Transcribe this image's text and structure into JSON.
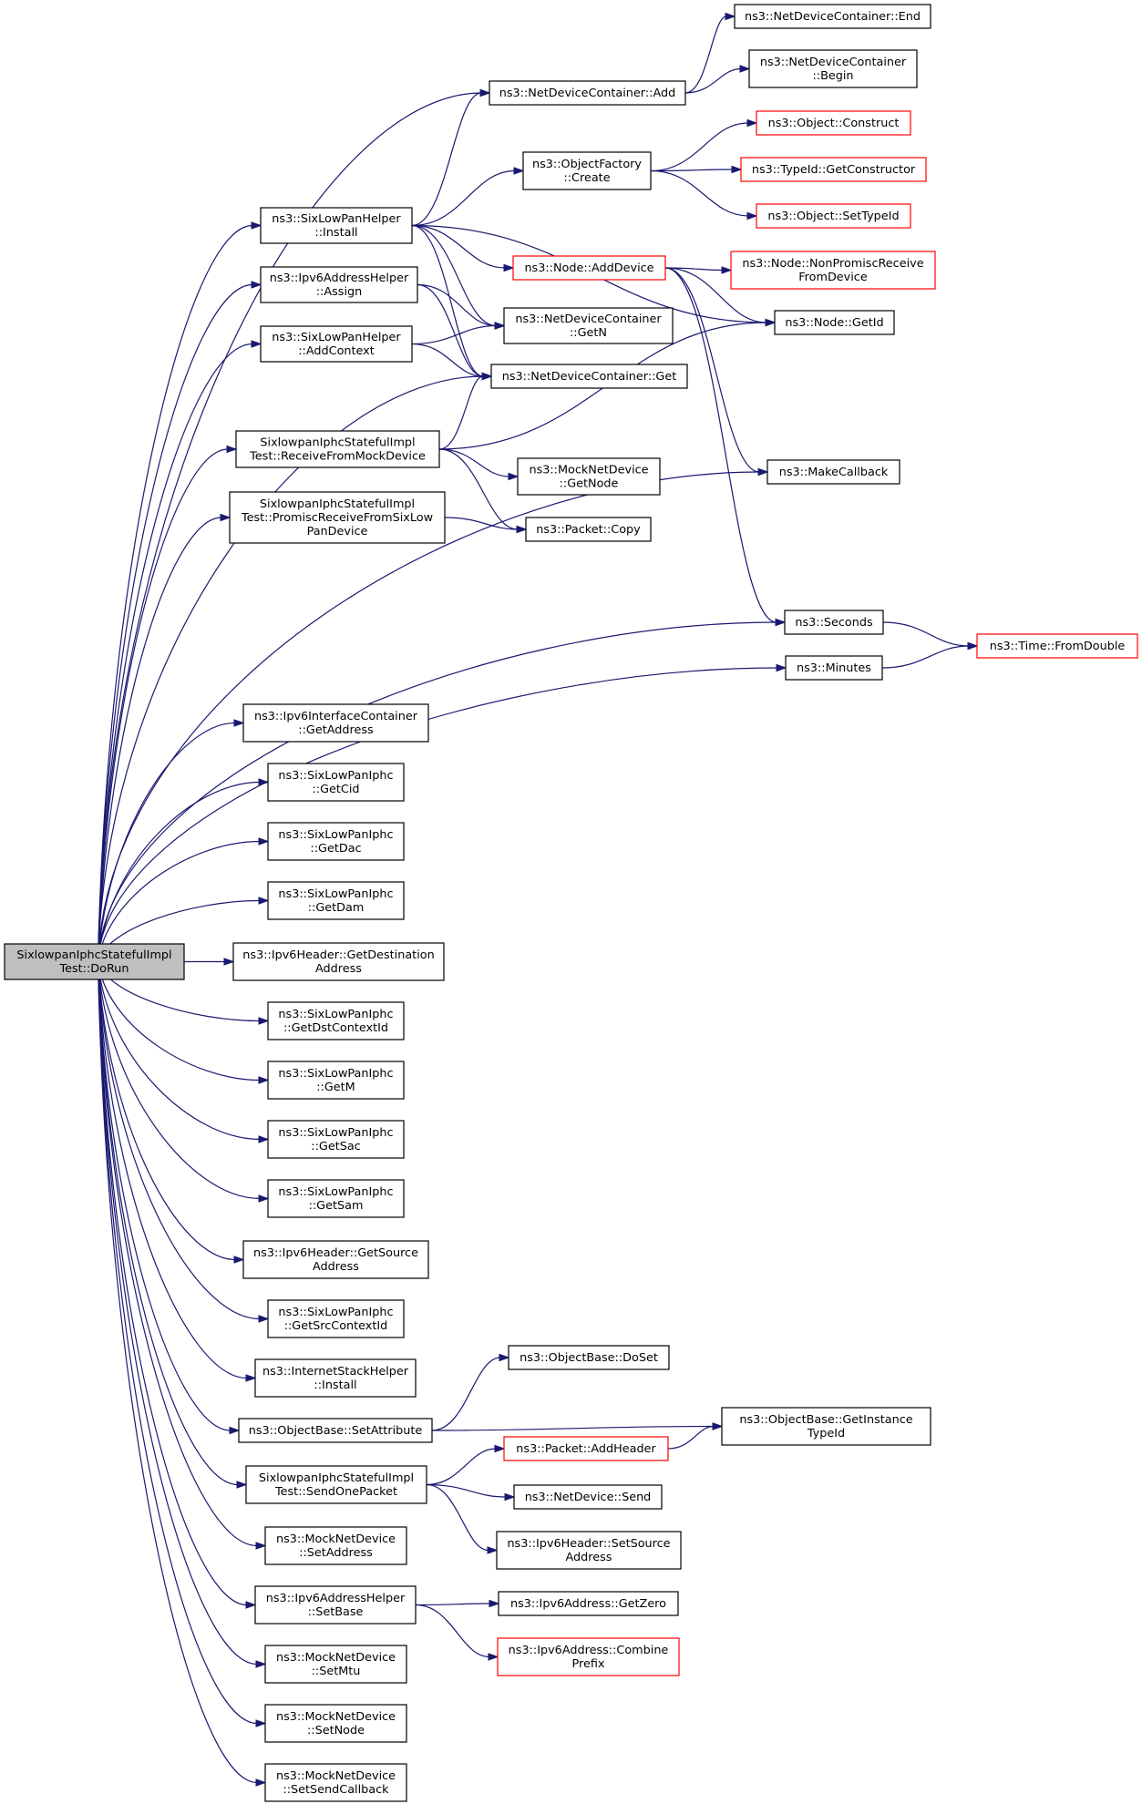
{
  "colors": {
    "edge": "#191970",
    "border": "#000000",
    "border_truncated": "#ff0000",
    "root_fill": "#bfbfbf"
  },
  "nodes": [
    {
      "id": "root",
      "lines": [
        "SixlowpanIphcStatefulImpl",
        "Test::DoRun"
      ],
      "root": true
    },
    {
      "id": "nd_end",
      "lines": [
        "ns3::NetDeviceContainer::End"
      ]
    },
    {
      "id": "nd_begin",
      "lines": [
        "ns3::NetDeviceContainer",
        "::Begin"
      ]
    },
    {
      "id": "nd_add",
      "lines": [
        "ns3::NetDeviceContainer::Add"
      ]
    },
    {
      "id": "obj_construct",
      "lines": [
        "ns3::Object::Construct"
      ],
      "red": true
    },
    {
      "id": "of_create",
      "lines": [
        "ns3::ObjectFactory",
        "::Create"
      ]
    },
    {
      "id": "typeid_getctor",
      "lines": [
        "ns3::TypeId::GetConstructor"
      ],
      "red": true
    },
    {
      "id": "obj_settypeid",
      "lines": [
        "ns3::Object::SetTypeId"
      ],
      "red": true
    },
    {
      "id": "slph_install",
      "lines": [
        "ns3::SixLowPanHelper",
        "::Install"
      ]
    },
    {
      "id": "node_adddevice",
      "lines": [
        "ns3::Node::AddDevice"
      ],
      "red": true
    },
    {
      "id": "node_nonpromisc",
      "lines": [
        "ns3::Node::NonPromiscReceive",
        "FromDevice"
      ],
      "red": true
    },
    {
      "id": "ipv6ah_assign",
      "lines": [
        "ns3::Ipv6AddressHelper",
        "::Assign"
      ]
    },
    {
      "id": "ndc_getn",
      "lines": [
        "ns3::NetDeviceContainer",
        "::GetN"
      ]
    },
    {
      "id": "node_getid",
      "lines": [
        "ns3::Node::GetId"
      ]
    },
    {
      "id": "slph_addcontext",
      "lines": [
        "ns3::SixLowPanHelper",
        "::AddContext"
      ]
    },
    {
      "id": "ndc_get",
      "lines": [
        "ns3::NetDeviceContainer::Get"
      ]
    },
    {
      "id": "recv_mock",
      "lines": [
        "SixlowpanIphcStatefulImpl",
        "Test::ReceiveFromMockDevice"
      ]
    },
    {
      "id": "mnd_getnode",
      "lines": [
        "ns3::MockNetDevice",
        "::GetNode"
      ]
    },
    {
      "id": "makecallback",
      "lines": [
        "ns3::MakeCallback"
      ]
    },
    {
      "id": "promisc_recv",
      "lines": [
        "SixlowpanIphcStatefulImpl",
        "Test::PromiscReceiveFromSixLow",
        "PanDevice"
      ]
    },
    {
      "id": "packet_copy",
      "lines": [
        "ns3::Packet::Copy"
      ]
    },
    {
      "id": "seconds",
      "lines": [
        "ns3::Seconds"
      ]
    },
    {
      "id": "time_fromdouble",
      "lines": [
        "ns3::Time::FromDouble"
      ],
      "red": true
    },
    {
      "id": "minutes",
      "lines": [
        "ns3::Minutes"
      ]
    },
    {
      "id": "ipv6ic_getaddress",
      "lines": [
        "ns3::Ipv6InterfaceContainer",
        "::GetAddress"
      ]
    },
    {
      "id": "slpi_getcid",
      "lines": [
        "ns3::SixLowPanIphc",
        "::GetCid"
      ]
    },
    {
      "id": "slpi_getdac",
      "lines": [
        "ns3::SixLowPanIphc",
        "::GetDac"
      ]
    },
    {
      "id": "slpi_getdam",
      "lines": [
        "ns3::SixLowPanIphc",
        "::GetDam"
      ]
    },
    {
      "id": "ipv6h_getdest",
      "lines": [
        "ns3::Ipv6Header::GetDestination",
        "Address"
      ]
    },
    {
      "id": "slpi_getdstctx",
      "lines": [
        "ns3::SixLowPanIphc",
        "::GetDstContextId"
      ]
    },
    {
      "id": "slpi_getm",
      "lines": [
        "ns3::SixLowPanIphc",
        "::GetM"
      ]
    },
    {
      "id": "slpi_getsac",
      "lines": [
        "ns3::SixLowPanIphc",
        "::GetSac"
      ]
    },
    {
      "id": "slpi_getsam",
      "lines": [
        "ns3::SixLowPanIphc",
        "::GetSam"
      ]
    },
    {
      "id": "ipv6h_getsrc",
      "lines": [
        "ns3::Ipv6Header::GetSource",
        "Address"
      ]
    },
    {
      "id": "slpi_getsrcctx",
      "lines": [
        "ns3::SixLowPanIphc",
        "::GetSrcContextId"
      ]
    },
    {
      "id": "ish_install",
      "lines": [
        "ns3::InternetStackHelper",
        "::Install"
      ]
    },
    {
      "id": "ob_doset",
      "lines": [
        "ns3::ObjectBase::DoSet"
      ]
    },
    {
      "id": "ob_setattr",
      "lines": [
        "ns3::ObjectBase::SetAttribute"
      ]
    },
    {
      "id": "ob_getinst",
      "lines": [
        "ns3::ObjectBase::GetInstance",
        "TypeId"
      ]
    },
    {
      "id": "packet_addheader",
      "lines": [
        "ns3::Packet::AddHeader"
      ],
      "red": true
    },
    {
      "id": "send_one",
      "lines": [
        "SixlowpanIphcStatefulImpl",
        "Test::SendOnePacket"
      ]
    },
    {
      "id": "nd_send",
      "lines": [
        "ns3::NetDevice::Send"
      ]
    },
    {
      "id": "mnd_setaddress",
      "lines": [
        "ns3::MockNetDevice",
        "::SetAddress"
      ]
    },
    {
      "id": "ipv6h_setsrc",
      "lines": [
        "ns3::Ipv6Header::SetSource",
        "Address"
      ]
    },
    {
      "id": "ipv6ah_setbase",
      "lines": [
        "ns3::Ipv6AddressHelper",
        "::SetBase"
      ]
    },
    {
      "id": "ipv6a_getzero",
      "lines": [
        "ns3::Ipv6Address::GetZero"
      ]
    },
    {
      "id": "ipv6a_combine",
      "lines": [
        "ns3::Ipv6Address::Combine",
        "Prefix"
      ],
      "red": true
    },
    {
      "id": "mnd_setmtu",
      "lines": [
        "ns3::MockNetDevice",
        "::SetMtu"
      ]
    },
    {
      "id": "mnd_setnode",
      "lines": [
        "ns3::MockNetDevice",
        "::SetNode"
      ]
    },
    {
      "id": "mnd_setsendcb",
      "lines": [
        "ns3::MockNetDevice",
        "::SetSendCallback"
      ]
    }
  ],
  "edges": [
    [
      "root",
      "nd_add"
    ],
    [
      "root",
      "slph_install"
    ],
    [
      "root",
      "ipv6ah_assign"
    ],
    [
      "root",
      "slph_addcontext"
    ],
    [
      "root",
      "ndc_get"
    ],
    [
      "root",
      "recv_mock"
    ],
    [
      "root",
      "promisc_recv"
    ],
    [
      "root",
      "makecallback"
    ],
    [
      "root",
      "seconds"
    ],
    [
      "root",
      "minutes"
    ],
    [
      "root",
      "ipv6ic_getaddress"
    ],
    [
      "root",
      "slpi_getcid"
    ],
    [
      "root",
      "slpi_getdac"
    ],
    [
      "root",
      "slpi_getdam"
    ],
    [
      "root",
      "ipv6h_getdest"
    ],
    [
      "root",
      "slpi_getdstctx"
    ],
    [
      "root",
      "slpi_getm"
    ],
    [
      "root",
      "slpi_getsac"
    ],
    [
      "root",
      "slpi_getsam"
    ],
    [
      "root",
      "ipv6h_getsrc"
    ],
    [
      "root",
      "slpi_getsrcctx"
    ],
    [
      "root",
      "ish_install"
    ],
    [
      "root",
      "ob_setattr"
    ],
    [
      "root",
      "send_one"
    ],
    [
      "root",
      "mnd_setaddress"
    ],
    [
      "root",
      "ipv6ah_setbase"
    ],
    [
      "root",
      "mnd_setmtu"
    ],
    [
      "root",
      "mnd_setnode"
    ],
    [
      "root",
      "mnd_setsendcb"
    ],
    [
      "nd_add",
      "nd_end"
    ],
    [
      "nd_add",
      "nd_begin"
    ],
    [
      "of_create",
      "obj_construct"
    ],
    [
      "of_create",
      "typeid_getctor"
    ],
    [
      "of_create",
      "obj_settypeid"
    ],
    [
      "slph_install",
      "nd_add"
    ],
    [
      "slph_install",
      "of_create"
    ],
    [
      "slph_install",
      "node_adddevice"
    ],
    [
      "slph_install",
      "node_getid"
    ],
    [
      "slph_install",
      "ndc_getn"
    ],
    [
      "slph_install",
      "ndc_get"
    ],
    [
      "node_adddevice",
      "node_nonpromisc"
    ],
    [
      "node_adddevice",
      "node_getid"
    ],
    [
      "node_adddevice",
      "makecallback"
    ],
    [
      "node_adddevice",
      "seconds"
    ],
    [
      "ipv6ah_assign",
      "ndc_getn"
    ],
    [
      "ipv6ah_assign",
      "ndc_get"
    ],
    [
      "slph_addcontext",
      "ndc_getn"
    ],
    [
      "slph_addcontext",
      "ndc_get"
    ],
    [
      "recv_mock",
      "ndc_get"
    ],
    [
      "recv_mock",
      "node_getid"
    ],
    [
      "recv_mock",
      "mnd_getnode"
    ],
    [
      "recv_mock",
      "packet_copy"
    ],
    [
      "promisc_recv",
      "packet_copy"
    ],
    [
      "seconds",
      "time_fromdouble"
    ],
    [
      "minutes",
      "time_fromdouble"
    ],
    [
      "ob_setattr",
      "ob_doset"
    ],
    [
      "ob_setattr",
      "ob_getinst"
    ],
    [
      "send_one",
      "packet_addheader"
    ],
    [
      "send_one",
      "nd_send"
    ],
    [
      "send_one",
      "ipv6h_setsrc"
    ],
    [
      "packet_addheader",
      "ob_getinst"
    ],
    [
      "ipv6ah_setbase",
      "ipv6a_getzero"
    ],
    [
      "ipv6ah_setbase",
      "ipv6a_combine"
    ]
  ]
}
